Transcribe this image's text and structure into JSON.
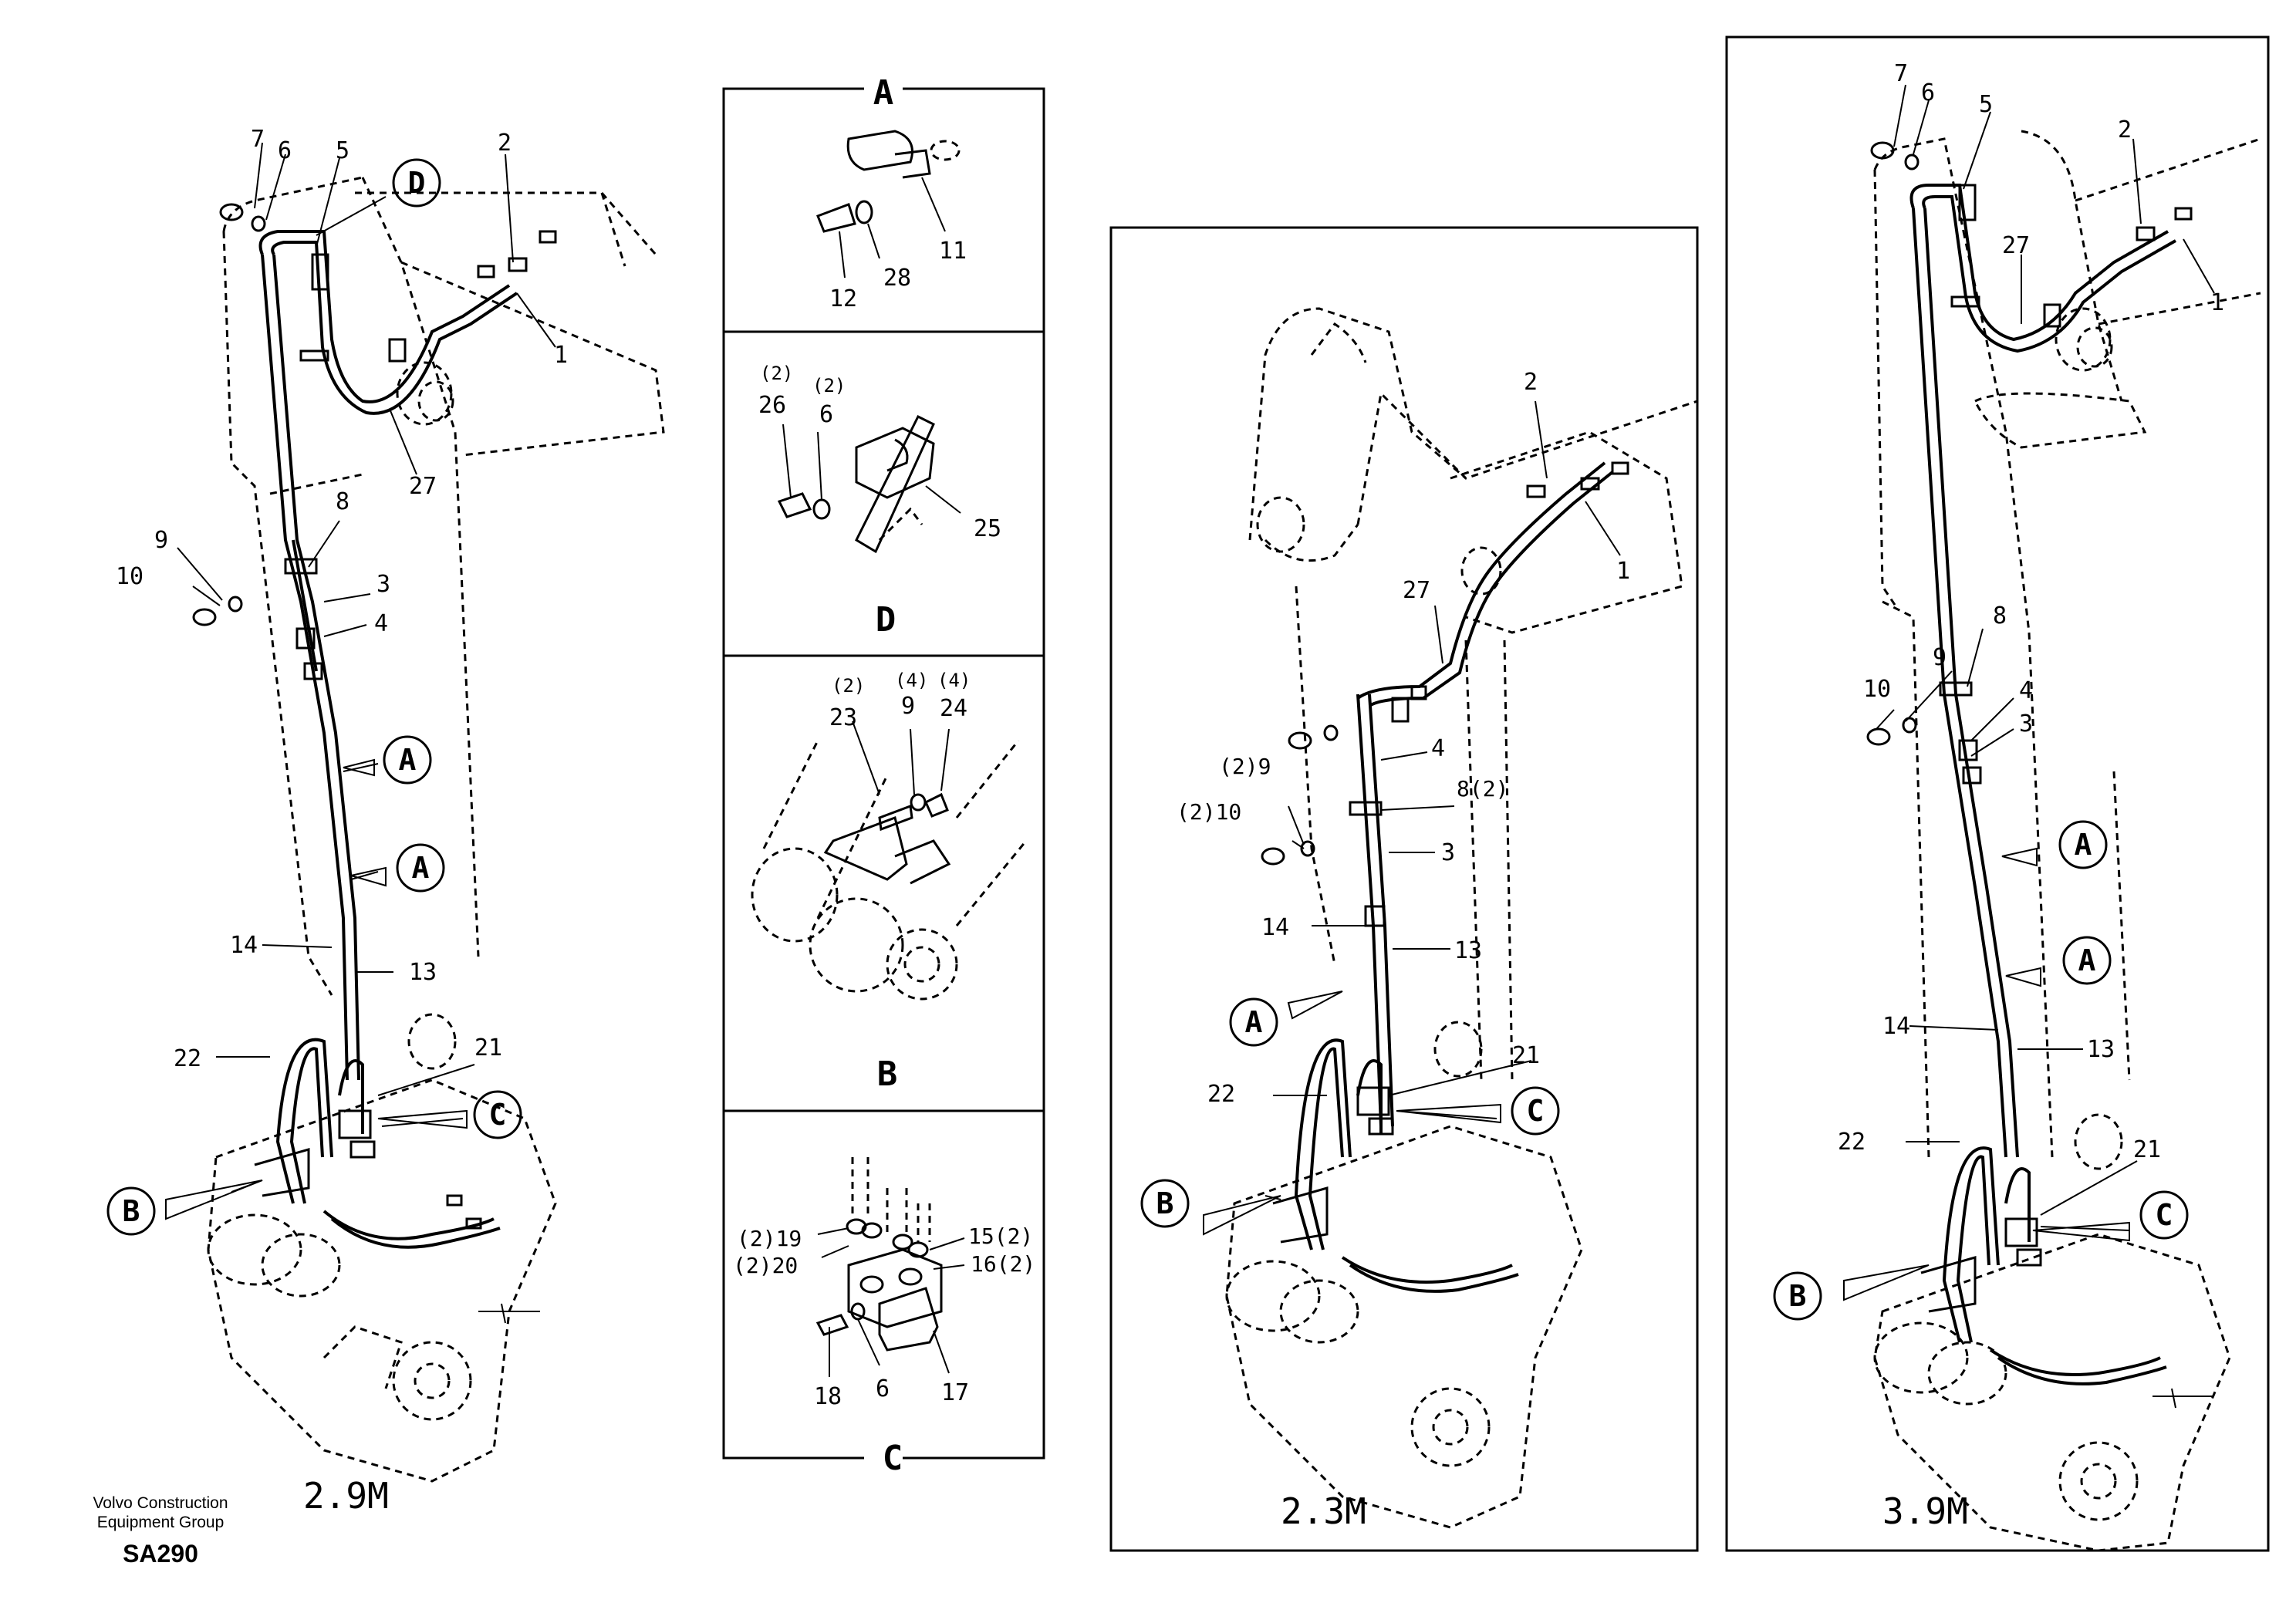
{
  "footer": {
    "company_line1": "Volvo Construction",
    "company_line2": "Equipment Group",
    "code": "SA290"
  },
  "views": {
    "v29": {
      "title": "2.9M",
      "labels": [
        "7",
        "6",
        "5",
        "D",
        "2",
        "1",
        "27",
        "8",
        "9",
        "10",
        "3",
        "4",
        "A",
        "A",
        "14",
        "13",
        "22",
        "21",
        "C",
        "B"
      ]
    },
    "v23": {
      "title": "2.3M",
      "labels": [
        "2",
        "1",
        "27",
        "4",
        "(2)9",
        "8(2)",
        "(2)10",
        "3",
        "14",
        "13",
        "A",
        "21",
        "22",
        "C",
        "B"
      ]
    },
    "v39": {
      "title": "3.9M",
      "labels": [
        "7",
        "6",
        "5",
        "2",
        "27",
        "1",
        "8",
        "9",
        "4",
        "10",
        "3",
        "A",
        "A",
        "14",
        "13",
        "22",
        "21",
        "C",
        "B"
      ]
    }
  },
  "details": {
    "A": {
      "title": "A",
      "labels": [
        "11",
        "12",
        "28"
      ]
    },
    "D": {
      "title": "D",
      "labels": [
        "(2)",
        "26",
        "(2)",
        "6",
        "25"
      ]
    },
    "B": {
      "title": "B",
      "labels": [
        "(2)",
        "23",
        "(4)",
        "9",
        "(4)",
        "24"
      ]
    },
    "C": {
      "title": "C",
      "labels": [
        "(2)19",
        "(2)20",
        "15(2)",
        "16(2)",
        "18",
        "6",
        "17"
      ]
    }
  }
}
